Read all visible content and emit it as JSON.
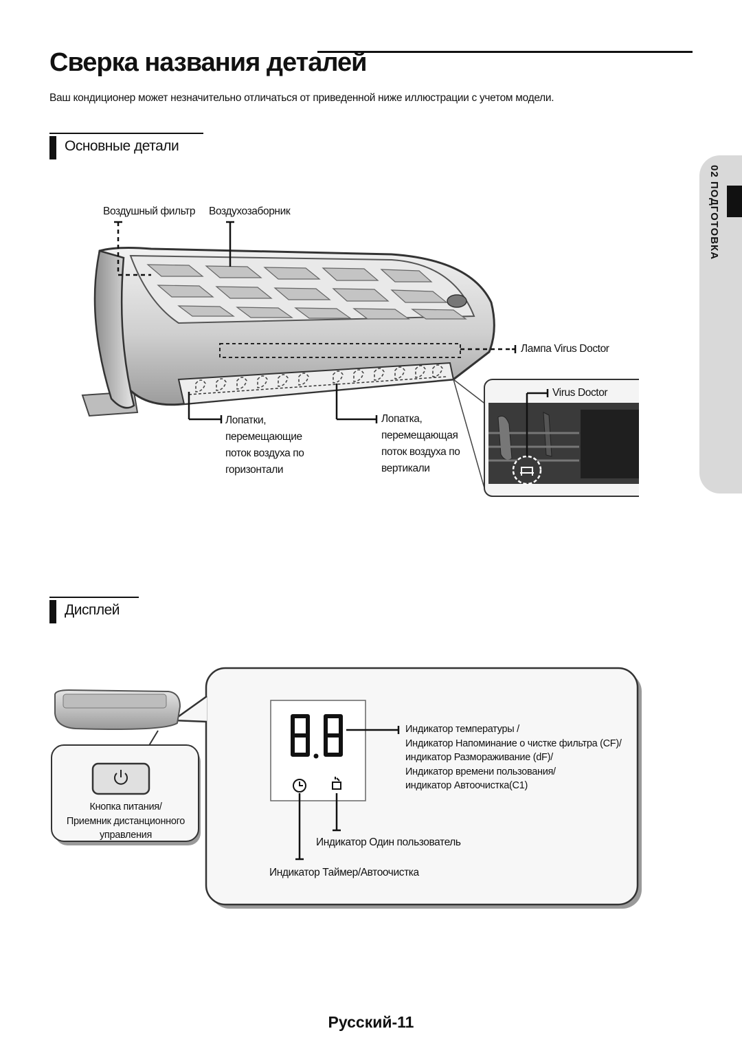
{
  "page": {
    "title": "Сверка названия деталей",
    "intro": "Ваш кондиционер может незначительно отличаться от приведенной ниже иллюстрации с учетом модели.",
    "footer": "Русский-11"
  },
  "side_tab": {
    "chapter": "02 ПОДГОТОВКА"
  },
  "section_main": {
    "title": "Основные детали",
    "labels": {
      "air_filter": "Воздушный фильтр",
      "air_intake": "Воздухозаборник",
      "virus_lamp": "Лампа Virus Doctor",
      "virus_doctor": "Virus Doctor",
      "blades_h": [
        "Лопатки,",
        "перемещающие",
        "поток воздуха по",
        "горизонтали"
      ],
      "blade_v": [
        "Лопатка,",
        "перемещающая",
        "поток воздуха по",
        "вертикали"
      ]
    }
  },
  "section_display": {
    "title": "Дисплей",
    "segment_display": "8.8",
    "power_caption": [
      "Кнопка питания/",
      "Приемник дистанционного",
      "управления"
    ],
    "indicator_lines": [
      "Индикатор температуры /",
      "Индикатор Напоминание о чистке фильтра (CF)/",
      "индикатор Размораживание (dF)/",
      "Индикатор времени пользования/",
      "индикатор Автоочистка(C1)"
    ],
    "single_user": "Индикатор Один пользователь",
    "timer_autoclean": "Индикатор Таймер/Автоочистка"
  },
  "icons": {
    "power": "power-icon",
    "timer": "clock-icon",
    "single_user": "single-user-icon"
  },
  "colors": {
    "ink": "#111111",
    "tab_grey": "#d9d9d9",
    "panel_border": "#444444"
  }
}
